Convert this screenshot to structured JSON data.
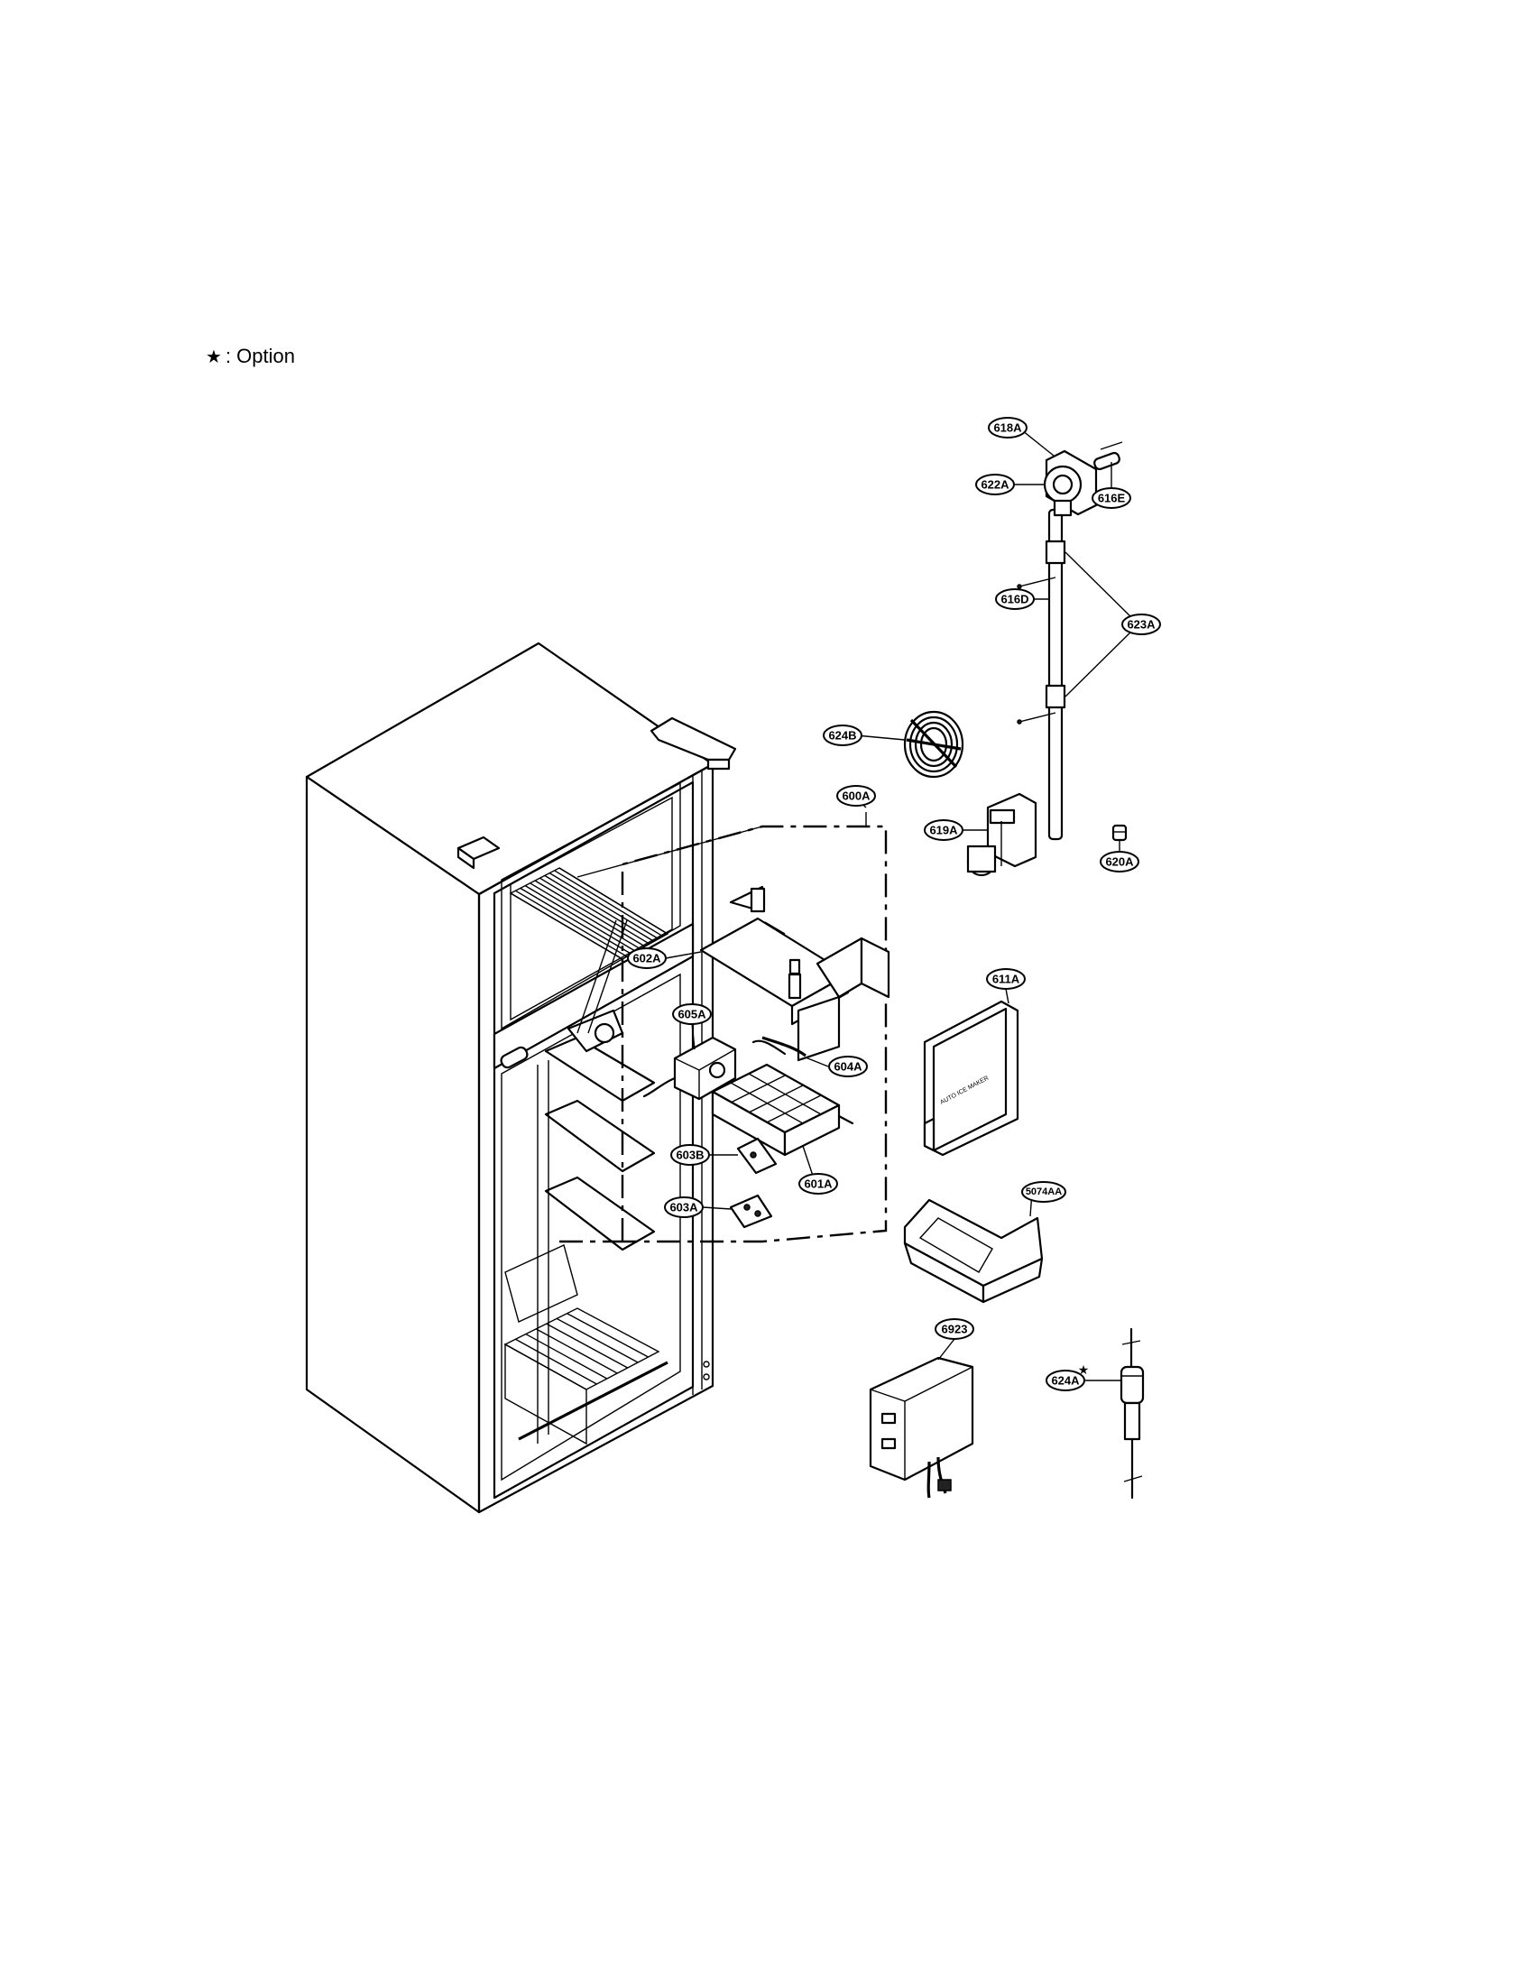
{
  "legend": {
    "symbol": "★",
    "text": ": Option"
  },
  "callouts": {
    "c618A": "618A",
    "c622A": "622A",
    "c616E": "616E",
    "c616D": "616D",
    "c623A": "623A",
    "c624B": "624B",
    "c600A": "600A",
    "c619A": "619A",
    "c620A": "620A",
    "c602A": "602A",
    "c605A": "605A",
    "c604A": "604A",
    "c611A": "611A",
    "c603B": "603B",
    "c601A": "601A",
    "c603A": "603A",
    "c5074AA": "5074AA",
    "c6923": "6923",
    "c624A": "624A"
  },
  "option_marker": "★",
  "cover_label": "AUTO ICE MAKER"
}
